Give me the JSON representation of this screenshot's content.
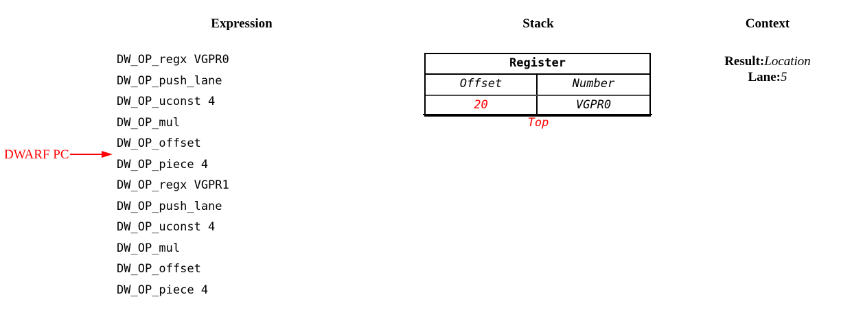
{
  "headings": {
    "expression": "Expression",
    "stack": "Stack",
    "context": "Context"
  },
  "expression": {
    "lines": [
      "DW_OP_regx VGPR0",
      "DW_OP_push_lane",
      "DW_OP_uconst 4",
      "DW_OP_mul",
      "DW_OP_offset",
      "DW_OP_piece 4",
      "DW_OP_regx VGPR1",
      "DW_OP_push_lane",
      "DW_OP_uconst 4",
      "DW_OP_mul",
      "DW_OP_offset",
      "DW_OP_piece 4"
    ],
    "pc_marker": {
      "label": "DWARF PC",
      "color": "#ff0000",
      "points_at_line_index": 5
    }
  },
  "stack": {
    "group_header": "Register",
    "columns": [
      "Offset",
      "Number"
    ],
    "rows": [
      {
        "offset": "20",
        "offset_color": "#ff0000",
        "number": "VGPR0"
      }
    ],
    "top_label": "Top",
    "top_label_color": "#ff0000"
  },
  "context": {
    "entries": [
      {
        "key": "Result:",
        "value": "Location"
      },
      {
        "key": "Lane:",
        "value": "5"
      }
    ]
  }
}
